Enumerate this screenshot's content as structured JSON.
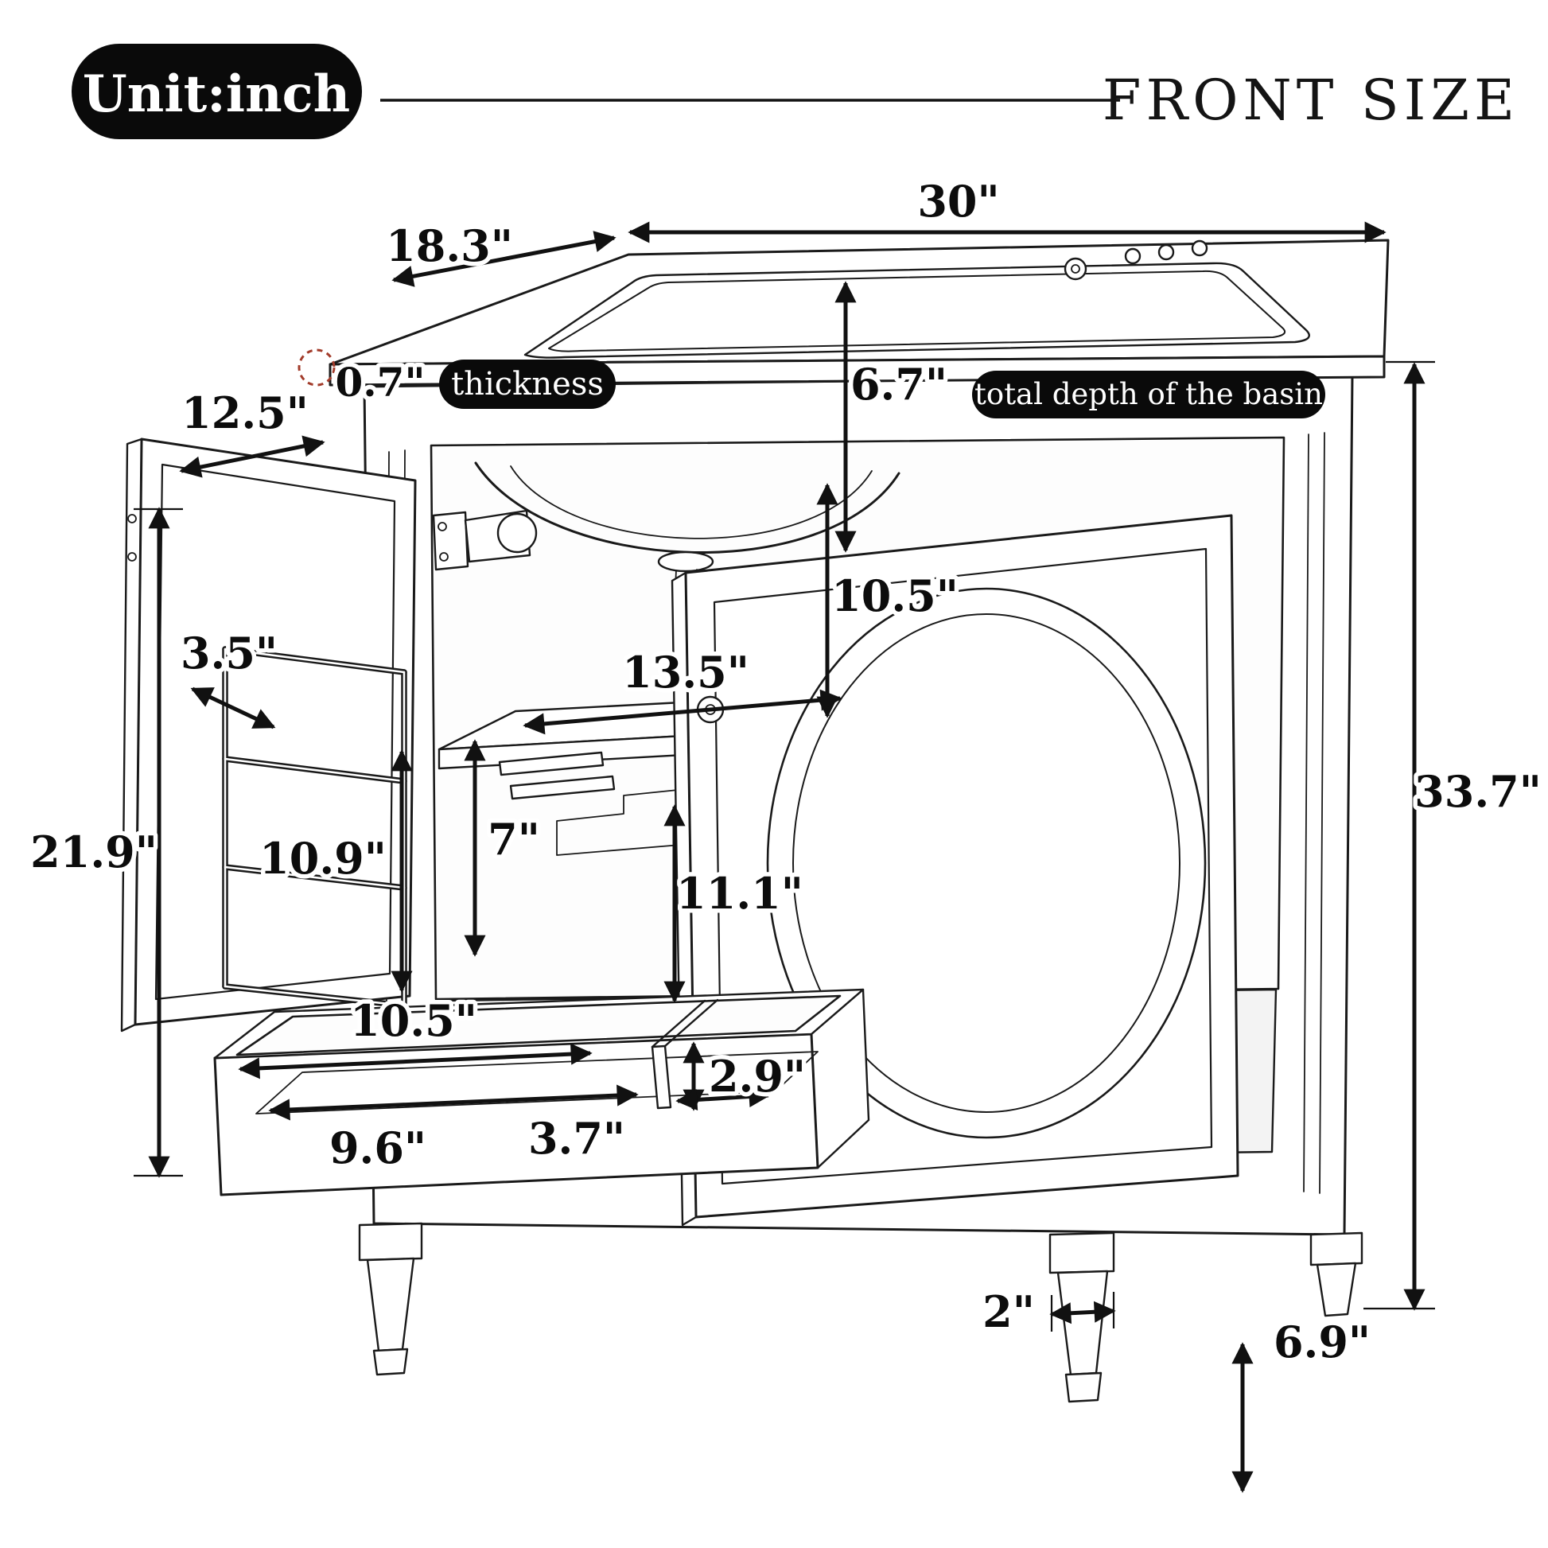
{
  "header": {
    "unit_badge": "Unit:inch",
    "title": "FRONT SIZE"
  },
  "pills": {
    "thickness": "thickness",
    "basin": "total depth of the basin"
  },
  "dims": {
    "top_depth": "18.3\"",
    "top_width": "30\"",
    "counter_thickness": "0.7\"",
    "basin_depth": "6.7\"",
    "door_width": "12.5\"",
    "sink_to_shelf": "10.5\"",
    "shelf_width": "13.5\"",
    "rack_depth": "3.5\"",
    "rack_bar_gap": "7\"",
    "rack_height": "10.9\"",
    "lower_section_height": "11.1\"",
    "side_height": "21.9\"",
    "drawer_opening_width": "10.5\"",
    "drawer_inner_height": "2.9\"",
    "drawer_left_width": "9.6\"",
    "drawer_right_width": "3.7\"",
    "total_height": "33.7\"",
    "leg_width": "2\"",
    "leg_height": "6.9\""
  }
}
